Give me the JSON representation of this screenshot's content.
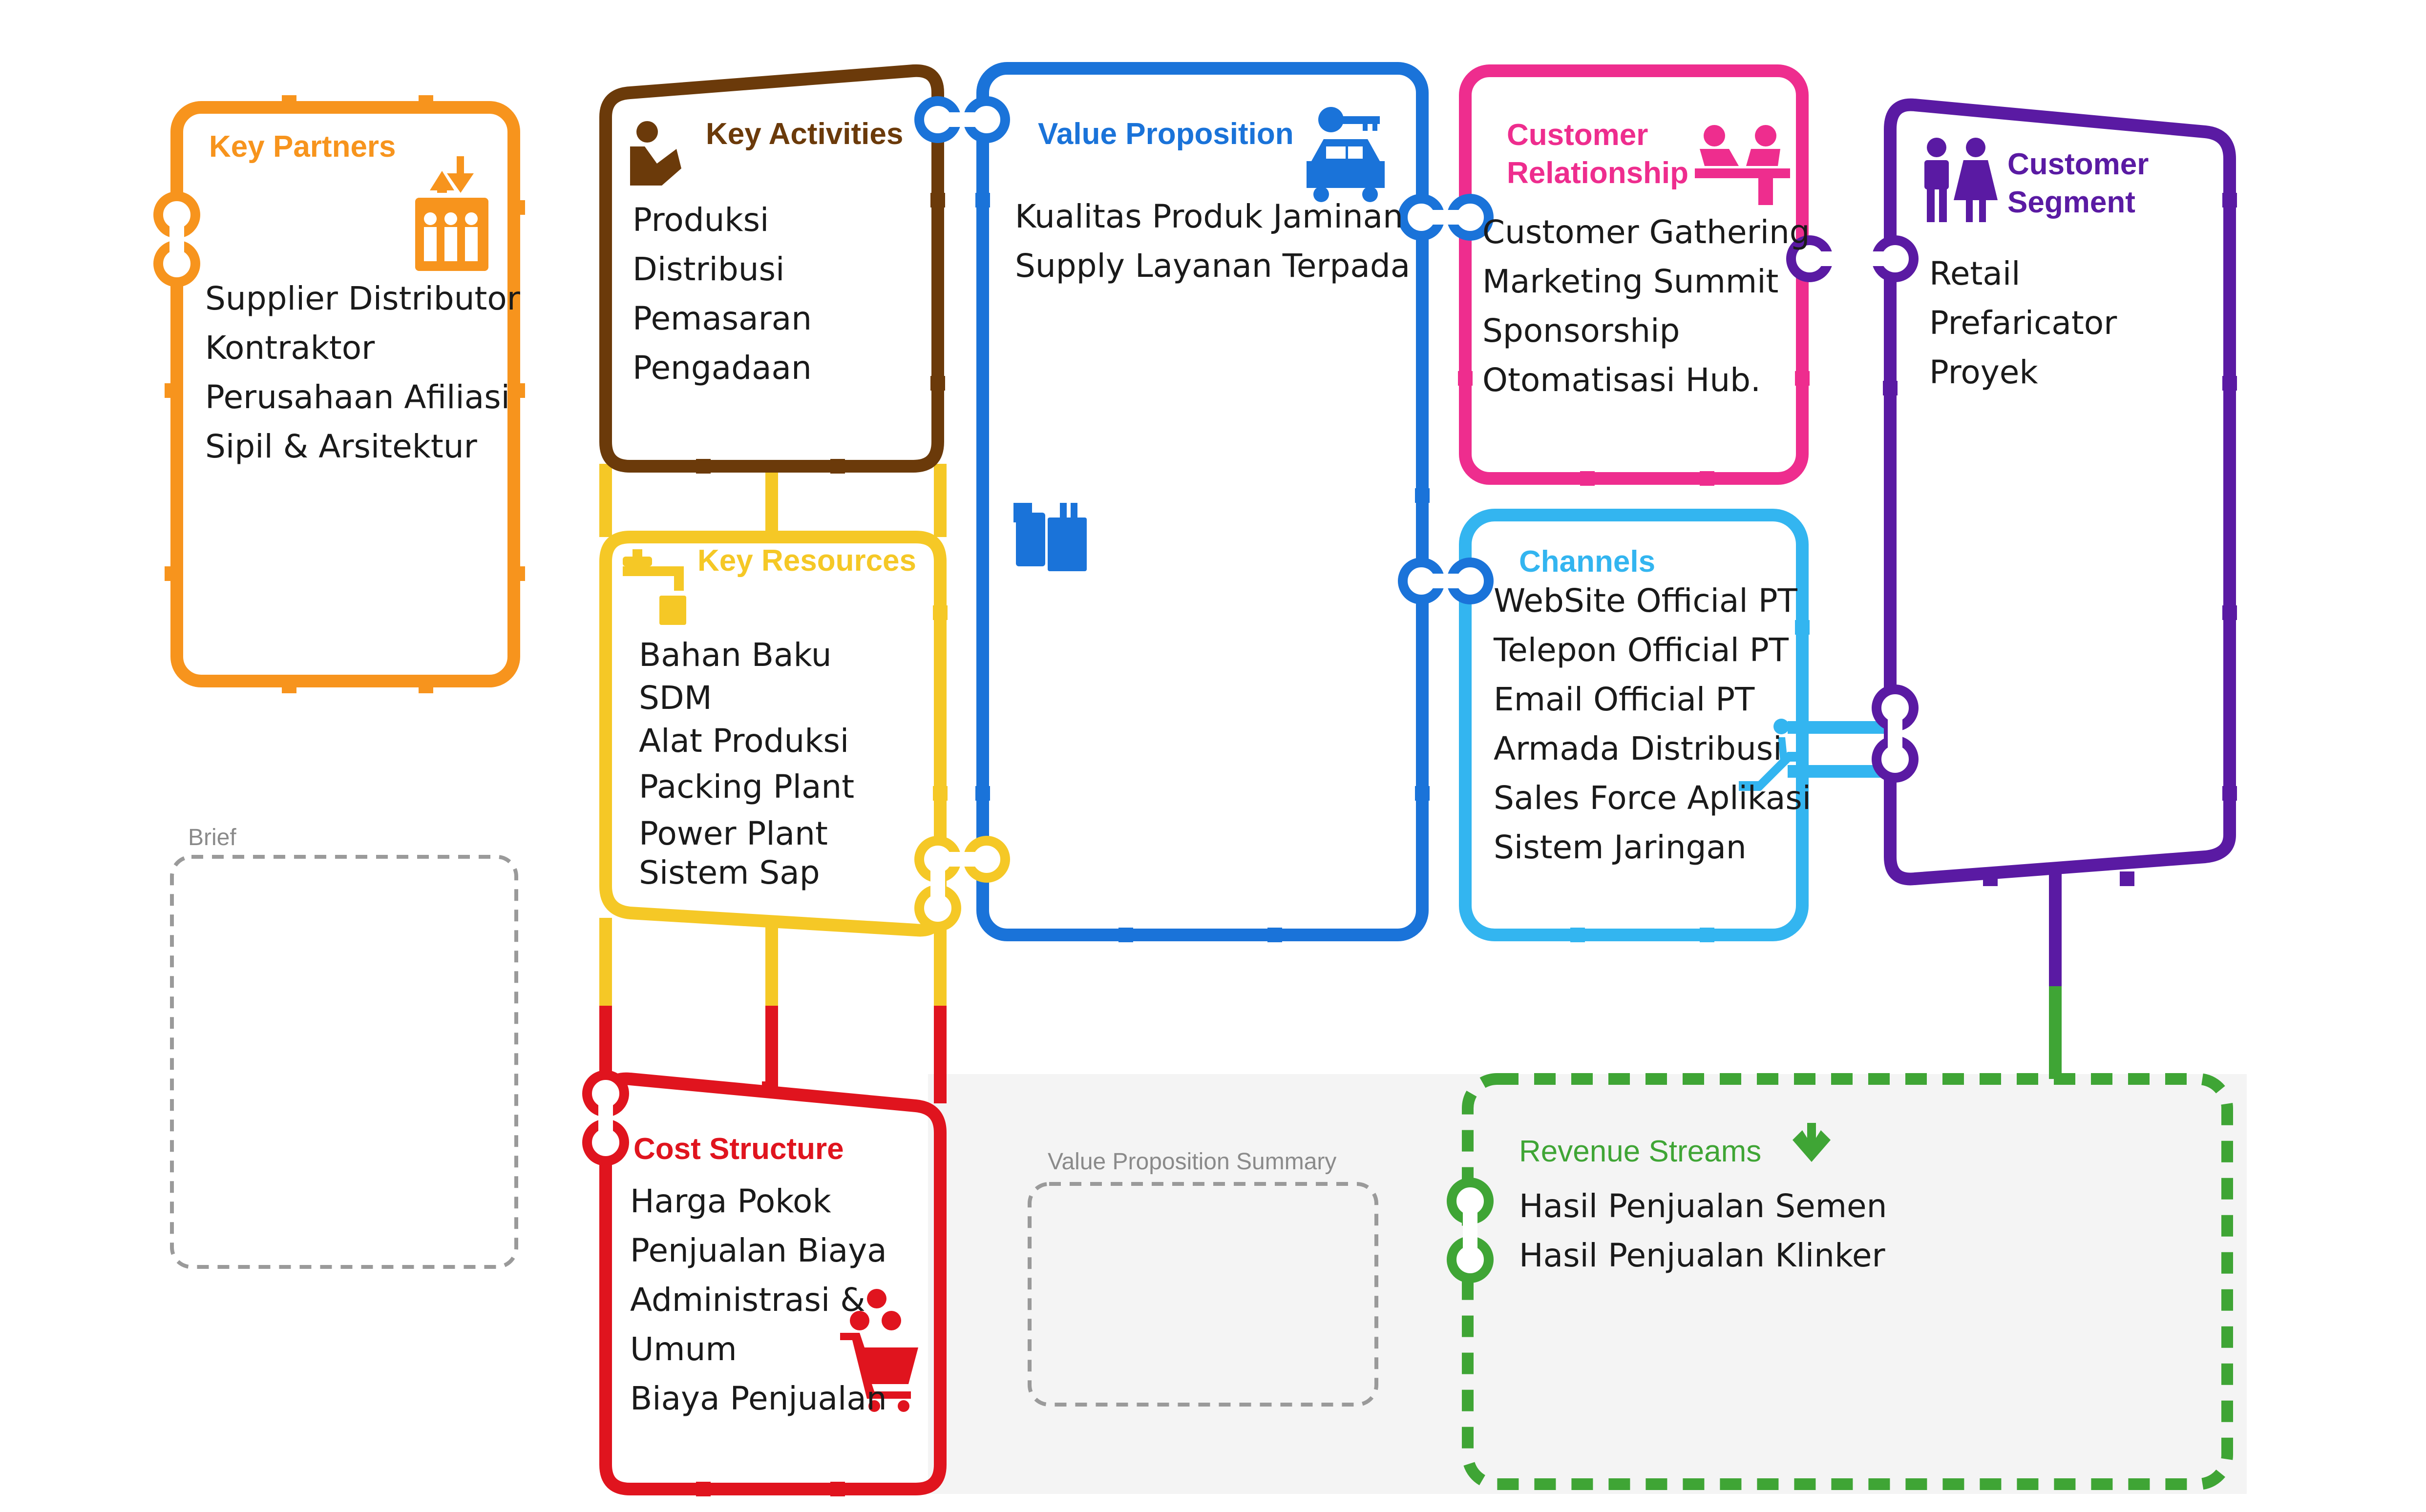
{
  "colors": {
    "key_partners": "#f7941d",
    "key_activities": "#6b3a0a",
    "value_proposition": "#1a73d9",
    "customer_relationship": "#ee2d8e",
    "channels": "#33b5f0",
    "customer_segment": "#5a1aa3",
    "key_resources": "#f5c826",
    "cost_structure": "#e0141e",
    "revenue_streams": "#3fa535",
    "summary_bg": "#f4f4f4",
    "dashed_gray": "#9a9a9a"
  },
  "key_partners": {
    "title": "Key Partners",
    "icon": "elevator-icon",
    "items": [
      "Supplier Distributor",
      "Kontraktor",
      "Perusahaan Afiliasi",
      "Sipil & Arsitektur"
    ]
  },
  "key_activities": {
    "title": "Key Activities",
    "icon": "reading-person-icon",
    "items": [
      "Produksi",
      "Distribusi",
      "Pemasaran",
      "Pengadaan"
    ]
  },
  "value_proposition": {
    "title": "Value Proposition",
    "icon": "car-key-icon",
    "secondary_icon": "luggage-gift-icon",
    "items": [
      "Kualitas Produk Jaminan",
      "Supply Layanan Terpada"
    ]
  },
  "customer_relationship": {
    "title_line1": "Customer",
    "title_line2": "Relationship",
    "icon": "reception-desk-icon",
    "items": [
      "Customer Gathering",
      "Marketing Summit",
      "Sponsorship",
      "Otomatisasi Hub."
    ]
  },
  "channels": {
    "title": "Channels",
    "icon": "escalator-icon",
    "items": [
      "WebSite Official PT",
      "Telepon Official PT",
      "Email Official PT",
      "Armada Distribusi",
      "Sales Force Aplikasi",
      "Sistem Jaringan"
    ]
  },
  "customer_segment": {
    "title_line1": "Customer",
    "title_line2": "Segment",
    "icon": "restroom-icon",
    "items": [
      "Retail",
      "Prefaricator",
      "Proyek"
    ]
  },
  "key_resources": {
    "title": "Key Resources",
    "icon": "water-tap-icon",
    "items": [
      "Bahan Baku",
      "SDM",
      "Alat Produksi",
      "Packing Plant",
      "Power Plant",
      "Sistem Sap"
    ]
  },
  "cost_structure": {
    "title": "Cost Structure",
    "icon": "shopping-cart-currency-icon",
    "items": [
      "Harga Pokok",
      "Penjualan Biaya",
      "Administrasi &",
      "Umum",
      "Biaya Penjualan"
    ]
  },
  "revenue_streams": {
    "title": "Revenue Streams",
    "icon": "arrow-down-icon",
    "items": [
      "Hasil Penjualan Semen",
      "Hasil Penjualan Klinker"
    ]
  },
  "brief": {
    "label": "Brief"
  },
  "value_proposition_summary": {
    "label": "Value Proposition Summary"
  }
}
